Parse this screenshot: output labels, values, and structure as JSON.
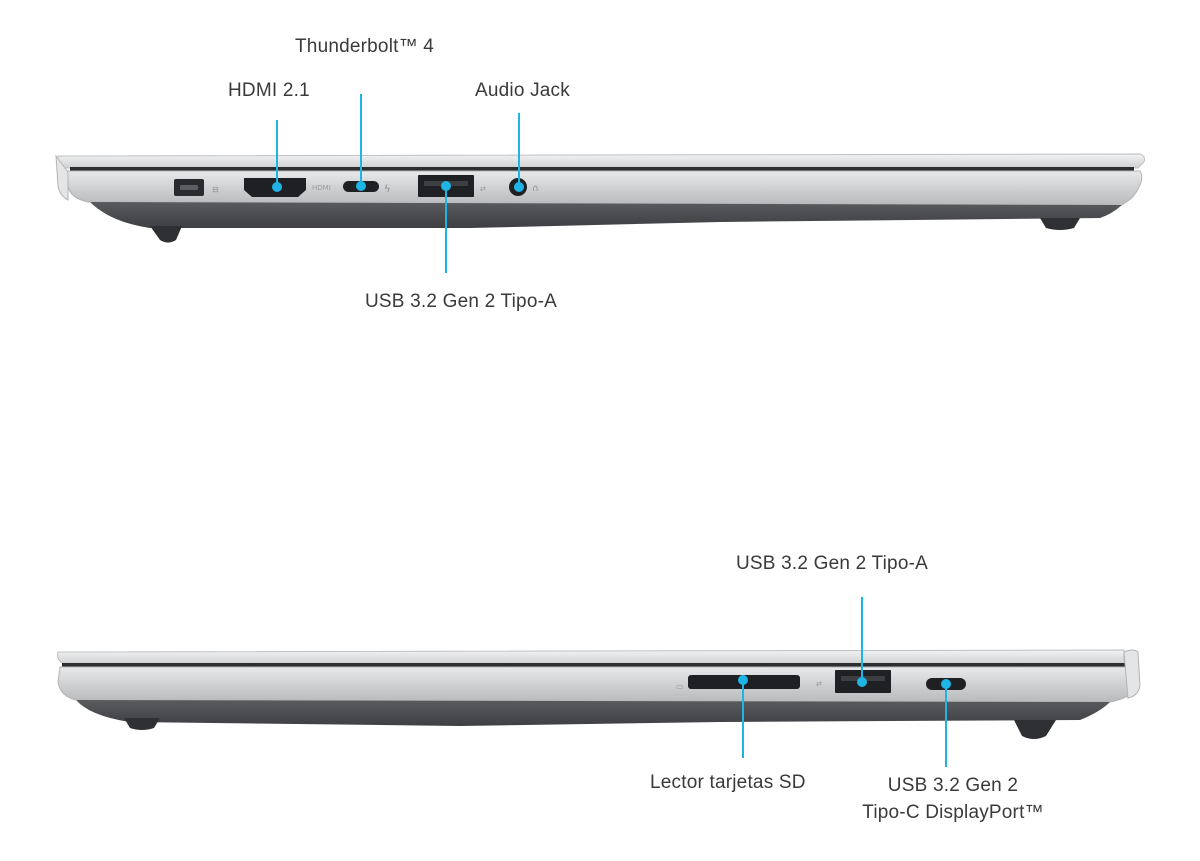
{
  "left_side": {
    "labels": {
      "thunderbolt": "Thunderbolt™ 4",
      "hdmi": "HDMI 2.1",
      "audio": "Audio Jack",
      "usb_a": "USB 3.2 Gen 2 Tipo-A"
    }
  },
  "right_side": {
    "labels": {
      "usb_a": "USB 3.2 Gen 2 Tipo-A",
      "sd": "Lector tarjetas SD",
      "usb_c_line1": "USB 3.2 Gen 2",
      "usb_c_line2": "Tipo-C DisplayPort™"
    }
  },
  "colors": {
    "callout": "#1eb4e6",
    "body_light": "#d9dadc",
    "body_dark": "#4a4b4e",
    "text": "#3a3a3a"
  }
}
